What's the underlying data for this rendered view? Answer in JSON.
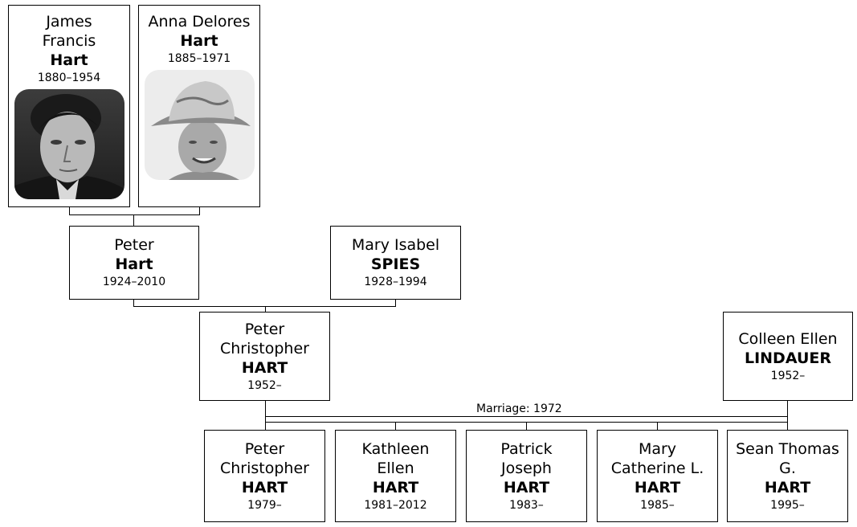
{
  "grandparents": [
    {
      "given": "James\nFrancis",
      "surname": "Hart",
      "dates": "1880–1954",
      "photo": "portrait-man-icon"
    },
    {
      "given": "Anna Delores",
      "surname": "Hart",
      "dates": "1885–1971",
      "photo": "portrait-woman-hat-icon"
    }
  ],
  "parents": [
    {
      "given": "Peter",
      "surname": "Hart",
      "dates": "1924–2010"
    },
    {
      "given": "Mary Isabel",
      "surname": "SPIES",
      "dates": "1928–1994"
    }
  ],
  "couple": [
    {
      "given": "Peter\nChristopher",
      "surname": "HART",
      "dates": "1952–"
    },
    {
      "given": "Colleen Ellen",
      "surname": "LINDAUER",
      "dates": "1952–"
    }
  ],
  "marriage_label": "Marriage: 1972",
  "children": [
    {
      "given": "Peter\nChristopher",
      "surname": "HART",
      "dates": "1979–"
    },
    {
      "given": "Kathleen\nEllen",
      "surname": "HART",
      "dates": "1981–2012"
    },
    {
      "given": "Patrick\nJoseph",
      "surname": "HART",
      "dates": "1983–"
    },
    {
      "given": "Mary\nCatherine L.",
      "surname": "HART",
      "dates": "1985–"
    },
    {
      "given": "Sean Thomas\nG.",
      "surname": "HART",
      "dates": "1995–"
    }
  ]
}
